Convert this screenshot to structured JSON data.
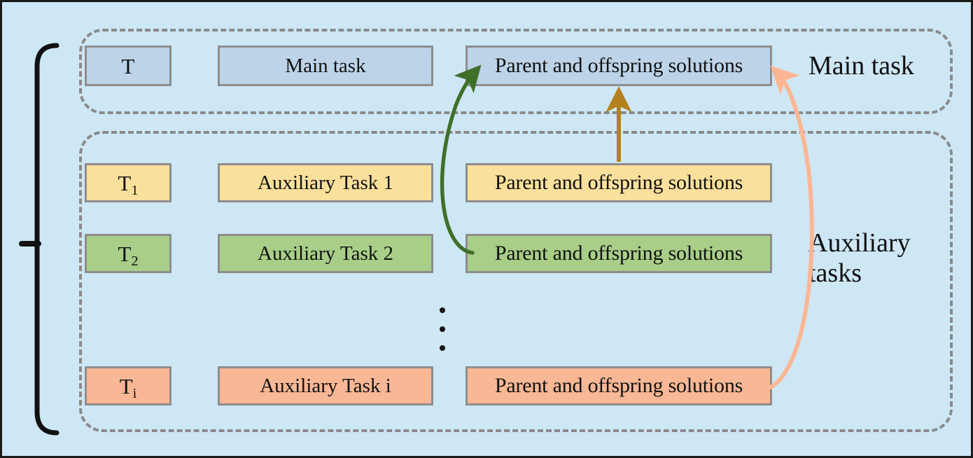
{
  "figure": {
    "background_color": "#cee7f5",
    "frame_color": "#1a1a1a"
  },
  "regions": {
    "main": {
      "name": "main-task-region",
      "caption": "Main task",
      "border_color": "#8a8a8a"
    },
    "auxiliary": {
      "name": "auxiliary-tasks-region",
      "caption": "Auxiliary\ntasks",
      "border_color": "#8a8a8a"
    }
  },
  "rows": [
    {
      "id": "main",
      "tag": "T",
      "tag_sub": "",
      "task_name": "Main task",
      "solutions": "Parent and offspring solutions",
      "color": "#bcd3e8",
      "border_color": "#8d8d8d"
    },
    {
      "id": "aux1",
      "tag": "T",
      "tag_sub": "1",
      "task_name": "Auxiliary Task 1",
      "solutions": "Parent and offspring solutions",
      "color": "#fbe09c",
      "border_color": "#8d8d8d"
    },
    {
      "id": "aux2",
      "tag": "T",
      "tag_sub": "2",
      "task_name": "Auxiliary Task 2",
      "solutions": "Parent and offspring solutions",
      "color": "#a8ce88",
      "border_color": "#8d8d8d"
    },
    {
      "id": "auxi",
      "tag": "T",
      "tag_sub": "i",
      "task_name": "Auxiliary Task i",
      "solutions": "Parent and offspring solutions",
      "color": "#f8b795",
      "border_color": "#8d8d8d"
    }
  ],
  "ellipsis": {
    "symbol": "vertical-ellipsis",
    "dot_count": 3,
    "color": "#141414"
  },
  "bracket": {
    "name": "left-grouping-bracket",
    "color": "#111111"
  },
  "arrows": [
    {
      "id": "green-transfer",
      "from": "aux2-solutions",
      "to": "main-solutions",
      "color": "#3f7029",
      "style": "curved"
    },
    {
      "id": "gold-transfer",
      "from": "aux1-solutions",
      "to": "main-solutions",
      "color": "#b3821e",
      "style": "straight"
    },
    {
      "id": "salmon-transfer",
      "from": "auxi-solutions",
      "to": "main-solutions",
      "color": "#fcb694",
      "style": "curved"
    }
  ]
}
